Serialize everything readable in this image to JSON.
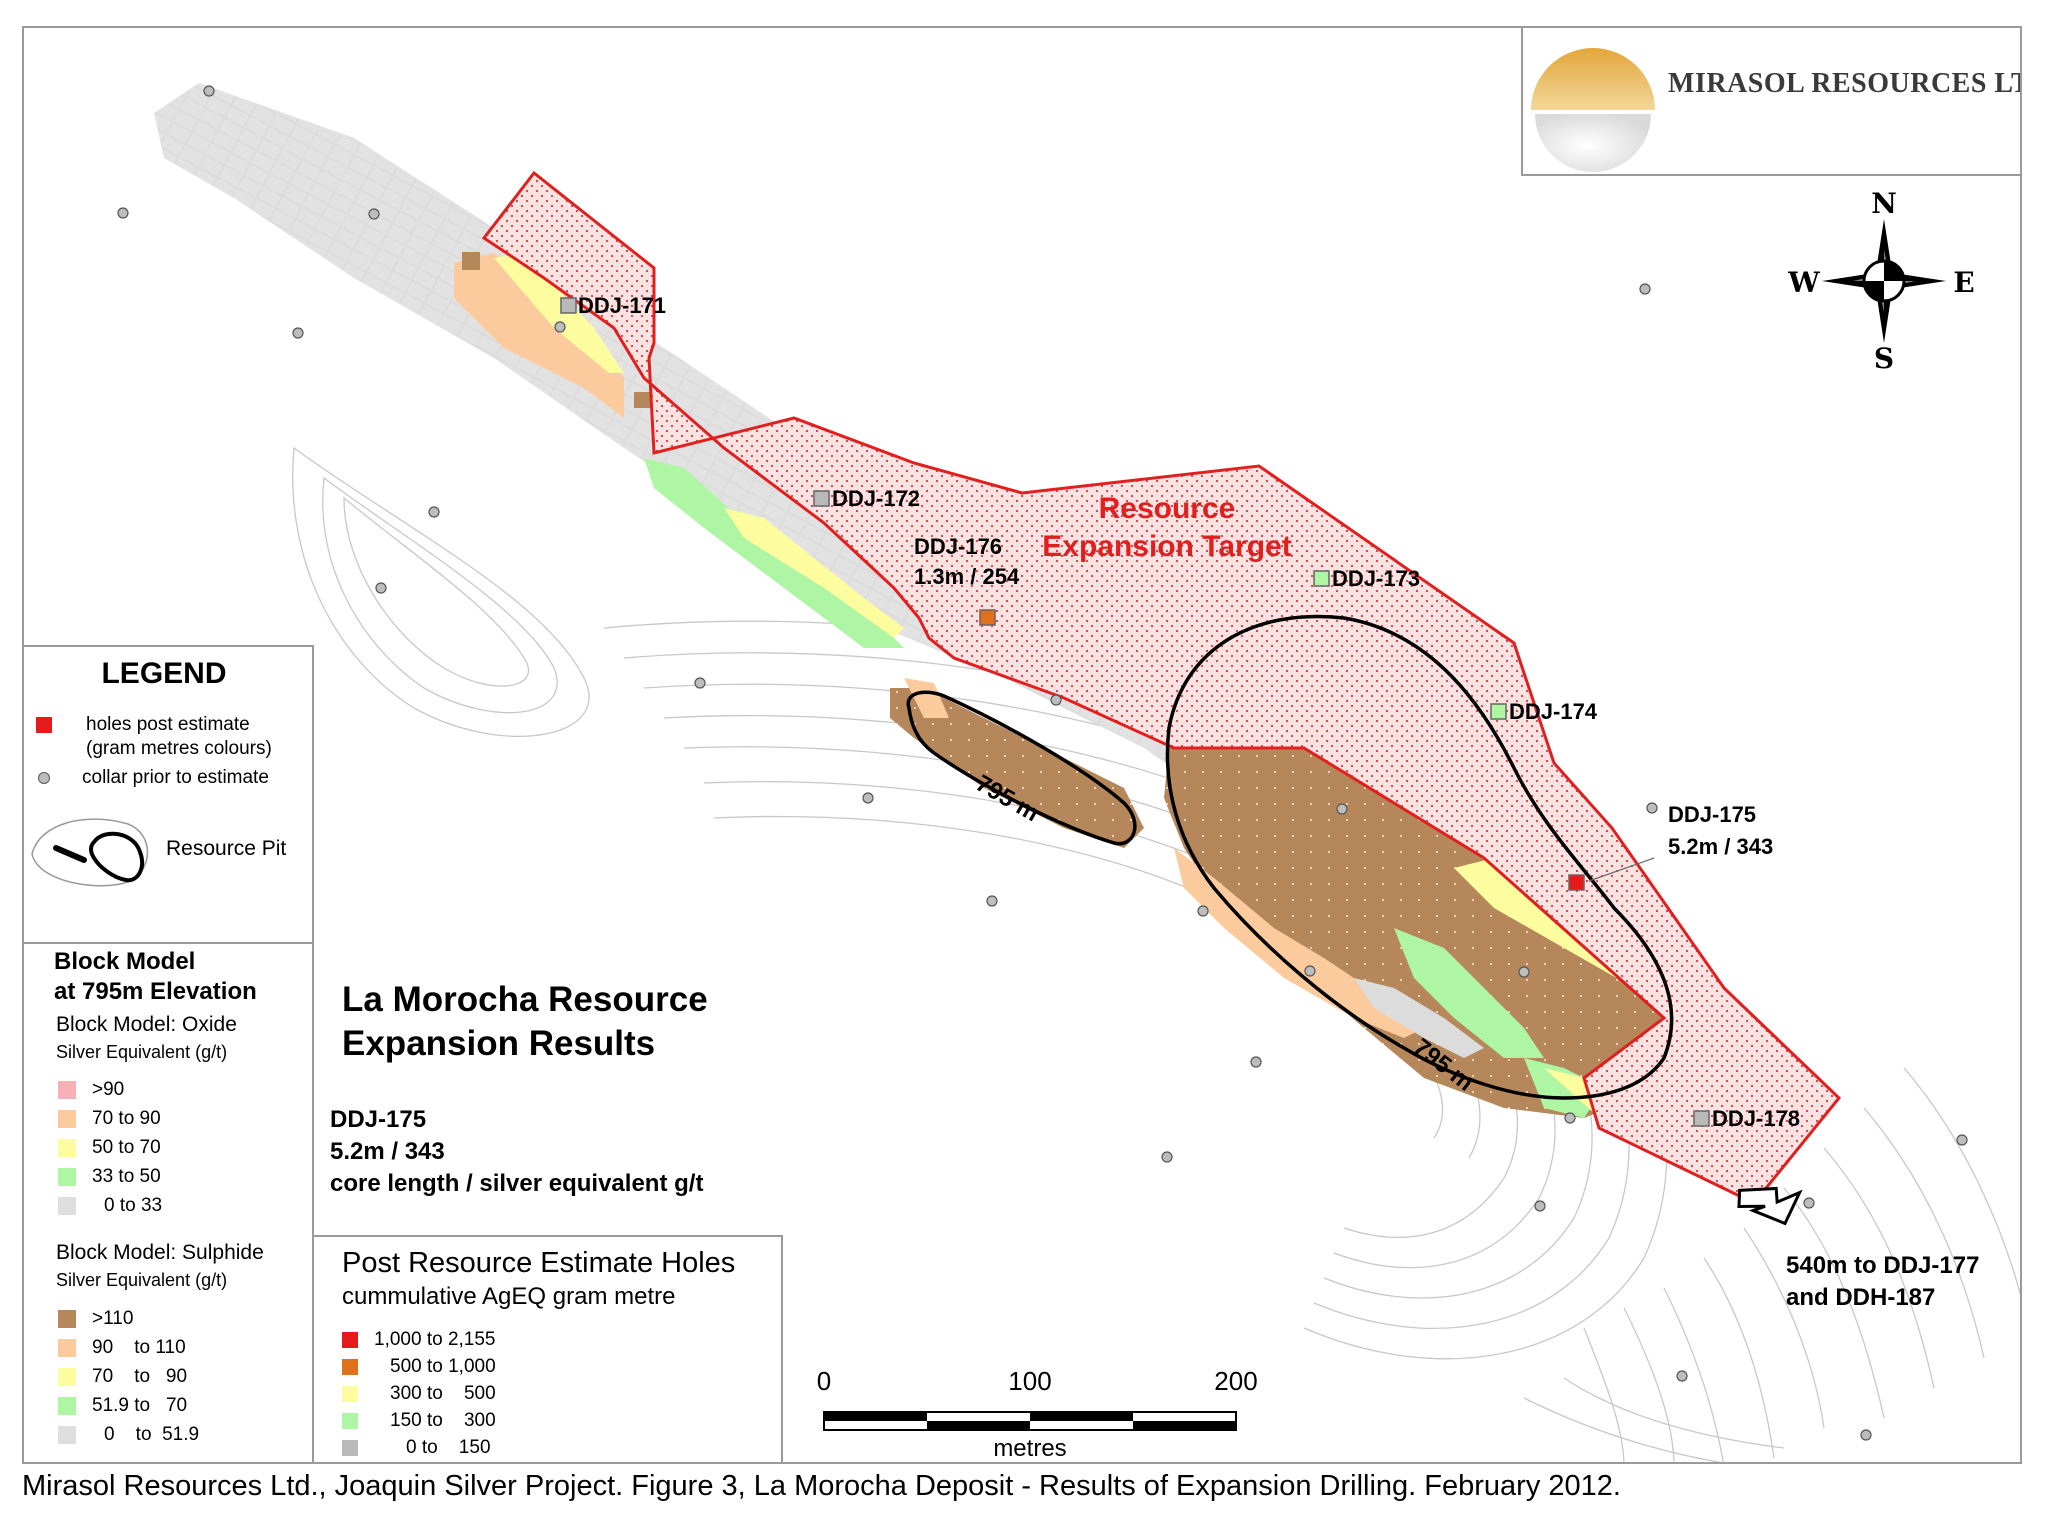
{
  "logo": {
    "company_name": "MIRASOL RESOURCES LTD"
  },
  "compass": {
    "north": "N",
    "south": "S",
    "east": "E",
    "west": "W"
  },
  "legend": {
    "title": "LEGEND",
    "holes_post_estimate": "holes post estimate",
    "holes_post_estimate_note": "(gram metres colours)",
    "collar_prior": "collar prior to estimate",
    "resource_pit": "Resource Pit",
    "block_model_title_line1": "Block Model",
    "block_model_title_line2": "at 795m Elevation",
    "oxide": {
      "title": "Block Model: Oxide",
      "subtitle": "Silver Equivalent (g/t)",
      "classes": [
        {
          "label": ">90",
          "color": "#f7b0b6"
        },
        {
          "label": "70 to 90",
          "color": "#fbcb9e"
        },
        {
          "label": "50 to 70",
          "color": "#fdfc9e"
        },
        {
          "label": "33 to 50",
          "color": "#aef5a4"
        },
        {
          "label": "0 to 33",
          "color": "#dedede"
        }
      ]
    },
    "sulphide": {
      "title": "Block Model: Sulphide",
      "subtitle": "Silver Equivalent (g/t)",
      "classes": [
        {
          "label": ">110",
          "color": "#b5875a"
        },
        {
          "label": "90    to 110",
          "color": "#fbcb9e"
        },
        {
          "label": "70    to   90",
          "color": "#fdfc9e"
        },
        {
          "label": "51.9 to   70",
          "color": "#aef5a4"
        },
        {
          "label": "0    to  51.9",
          "color": "#dedede"
        }
      ]
    }
  },
  "post_estimate": {
    "title": "Post Resource Estimate Holes",
    "subtitle": "cummulative AgEQ gram metre",
    "classes": [
      {
        "label": "1,000 to 2,155",
        "color": "#e51b1b"
      },
      {
        "label": "500 to 1,000",
        "color": "#e0701a"
      },
      {
        "label": "300 to    500",
        "color": "#fdfc9e"
      },
      {
        "label": "150 to    300",
        "color": "#aef5a4"
      },
      {
        "label": "0 to    150",
        "color": "#b9b9b9"
      }
    ]
  },
  "main_title": {
    "line1": "La Morocha Resource",
    "line2": "Expansion Results"
  },
  "example_label": {
    "hole": "DDJ-175",
    "value": "5.2m / 343",
    "explain": "core length / silver equivalent g/t"
  },
  "map": {
    "target_label_line1": "Resource",
    "target_label_line2": "Expansion Target",
    "pit_elevation_label": "795 m",
    "holes": {
      "ddj171": "DDJ-171",
      "ddj172": "DDJ-172",
      "ddj173": "DDJ-173",
      "ddj174": "DDJ-174",
      "ddj176": "DDJ-176",
      "ddj176_value": "1.3m / 254",
      "ddj175": "DDJ-175",
      "ddj175_value": "5.2m / 343",
      "ddj178": "DDJ-178"
    },
    "offmap_line1": "540m to DDJ-177",
    "offmap_line2": "and DDH-187"
  },
  "scale_bar": {
    "tick_0": "0",
    "tick_100": "100",
    "tick_200": "200",
    "unit": "metres"
  },
  "caption": "Mirasol Resources Ltd., Joaquin Silver Project. Figure 3, La Morocha Deposit - Results of Expansion Drilling. February 2012."
}
